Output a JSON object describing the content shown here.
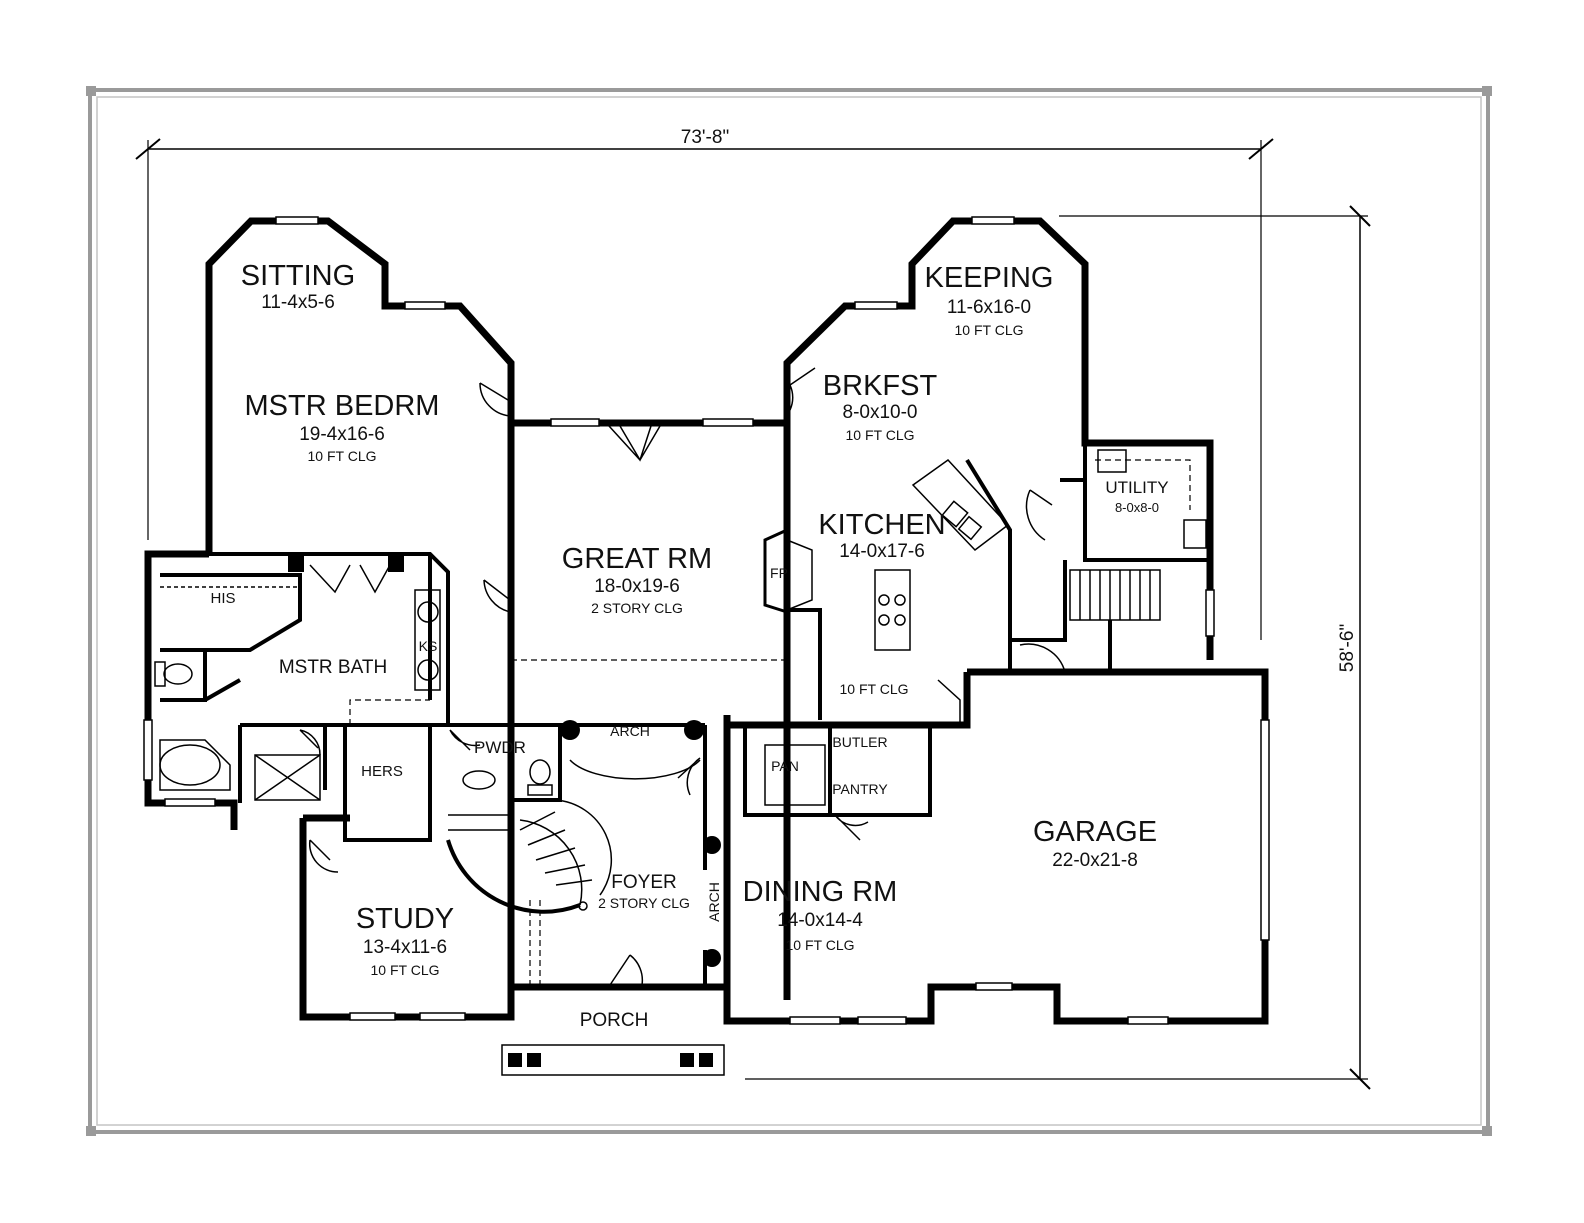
{
  "dimensions": {
    "width": "73'-8\"",
    "depth": "58'-6\""
  },
  "rooms": {
    "sitting": {
      "name": "SITTING",
      "size": "11-4x5-6"
    },
    "mstr_bedrm": {
      "name": "MSTR BEDRM",
      "size": "19-4x16-6",
      "ceiling": "10 FT CLG"
    },
    "his": {
      "name": "HIS"
    },
    "mstr_bath": {
      "name": "MSTR BATH"
    },
    "ks": {
      "name": "KS"
    },
    "hers": {
      "name": "HERS"
    },
    "great_rm": {
      "name": "GREAT RM",
      "size": "18-0x19-6",
      "ceiling": "2 STORY CLG"
    },
    "fp": {
      "name": "FP"
    },
    "keeping": {
      "name": "KEEPING",
      "size": "11-6x16-0",
      "ceiling": "10 FT CLG"
    },
    "brkfst": {
      "name": "BRKFST",
      "size": "8-0x10-0",
      "ceiling": "10 FT CLG"
    },
    "kitchen": {
      "name": "KITCHEN",
      "size": "14-0x17-6",
      "ceiling": "10 FT CLG"
    },
    "utility": {
      "name": "UTILITY",
      "size": "8-0x8-0"
    },
    "pwdr": {
      "name": "PWDR"
    },
    "arch_top": {
      "name": "ARCH"
    },
    "arch_side": {
      "name": "ARCH"
    },
    "pan": {
      "name": "PAN"
    },
    "butler": {
      "name": "BUTLER"
    },
    "pantry": {
      "name": "PANTRY"
    },
    "foyer": {
      "name": "FOYER",
      "ceiling": "2 STORY CLG"
    },
    "study": {
      "name": "STUDY",
      "size": "13-4x11-6",
      "ceiling": "10 FT CLG"
    },
    "dining_rm": {
      "name": "DINING RM",
      "size": "14-0x14-4",
      "ceiling": "10 FT CLG"
    },
    "garage": {
      "name": "GARAGE",
      "size": "22-0x21-8"
    },
    "porch": {
      "name": "PORCH"
    }
  }
}
